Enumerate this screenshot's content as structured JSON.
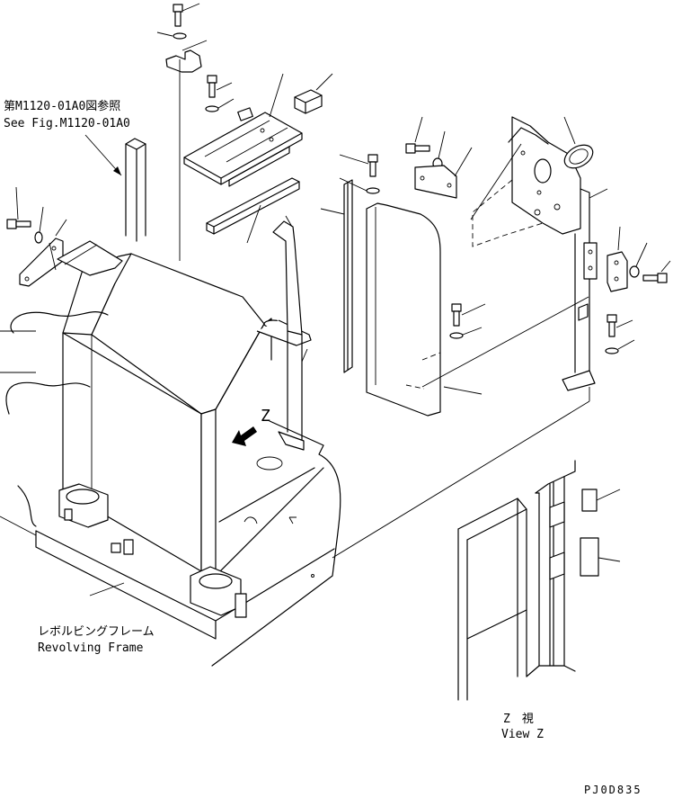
{
  "reference_note": {
    "line1": "第M1120-01A0図参照",
    "line2": "See Fig.M1120-01A0"
  },
  "frame_label": {
    "jp": "レボルビングフレーム",
    "en": "Revolving Frame"
  },
  "view_marker": "Z",
  "view_label": {
    "jp": "Z　視",
    "en": "View Z"
  },
  "drawing_code": "PJ0D835"
}
